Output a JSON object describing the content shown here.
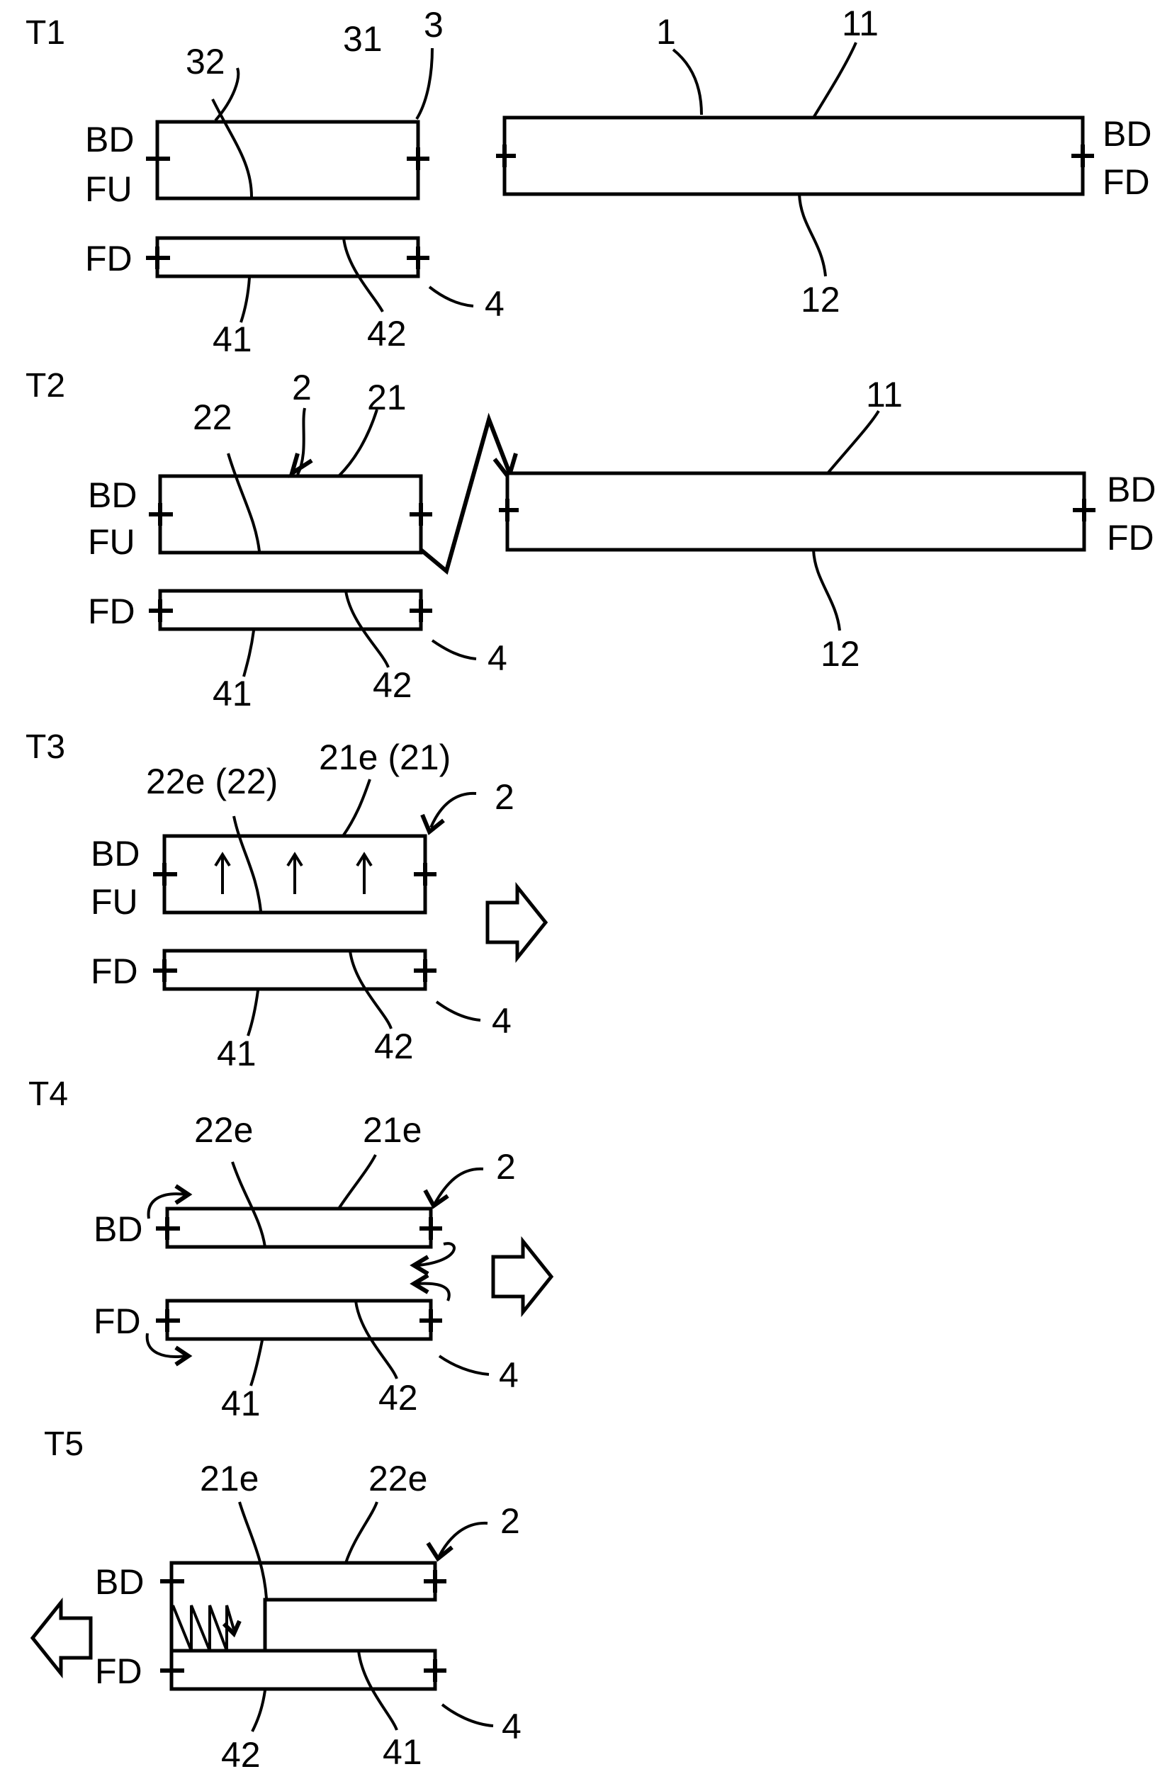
{
  "stages": [
    {
      "id": "T1",
      "label": "T1",
      "side_labels": {
        "bd_left": "BD",
        "fu_left": "FU",
        "fd_left": "FD",
        "bd_right": "BD",
        "fd_right": "FD"
      },
      "refs": {
        "r32": "32",
        "r31": "31",
        "r3": "3",
        "r1": "1",
        "r11": "11",
        "r12": "12",
        "r4": "4",
        "r41": "41",
        "r42": "42"
      }
    },
    {
      "id": "T2",
      "label": "T2",
      "side_labels": {
        "bd_left": "BD",
        "fu_left": "FU",
        "fd_left": "FD",
        "bd_right": "BD",
        "fd_right": "FD"
      },
      "refs": {
        "r22": "22",
        "r2": "2",
        "r21": "21",
        "r11": "11",
        "r12": "12",
        "r4": "4",
        "r41": "41",
        "r42": "42"
      }
    },
    {
      "id": "T3",
      "label": "T3",
      "side_labels": {
        "bd_left": "BD",
        "fu_left": "FU",
        "fd_left": "FD"
      },
      "refs": {
        "r22e": "22e (22)",
        "r21e": "21e (21)",
        "r2": "2",
        "r4": "4",
        "r41": "41",
        "r42": "42"
      }
    },
    {
      "id": "T4",
      "label": "T4",
      "side_labels": {
        "bd_left": "BD",
        "fd_left": "FD"
      },
      "refs": {
        "r22e": "22e",
        "r21e": "21e",
        "r2": "2",
        "r4": "4",
        "r41": "41",
        "r42": "42"
      }
    },
    {
      "id": "T5",
      "label": "T5",
      "side_labels": {
        "bd_left": "BD",
        "fd_left": "FD"
      },
      "refs": {
        "r21e": "21e",
        "r22e": "22e",
        "r2": "2",
        "r4": "4",
        "r42": "42",
        "r41": "41"
      }
    }
  ]
}
